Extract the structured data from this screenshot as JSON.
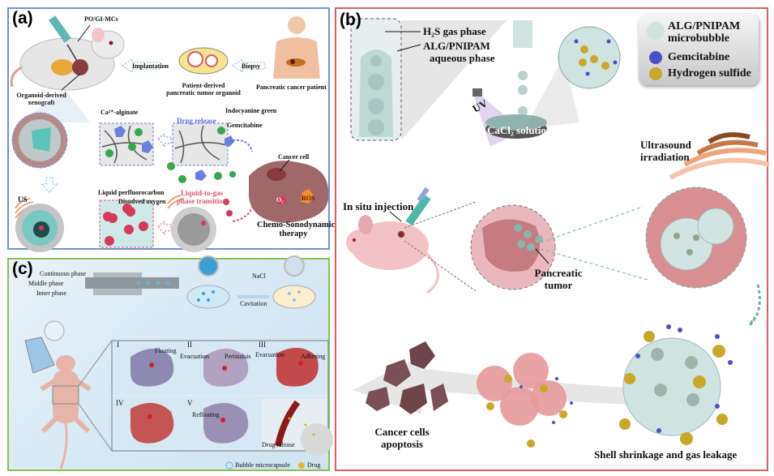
{
  "figure": {
    "panels": {
      "a": {
        "label": "(a)",
        "border_color": "#6f93c9",
        "texts": {
          "po_gi_mcs": "PO/GI-MCs",
          "organoid_xenograft_1": "Organoid-derived",
          "organoid_xenograft_2": "xenograft",
          "implantation": "Implantation",
          "biopsy": "Biopsy",
          "patient_organoid_1": "Patient-derived",
          "patient_organoid_2": "pancreatic tumor organoid",
          "pancreatic_patient": "Pancreatic cancer patient",
          "ca_alginate": "Ca²⁺-alginate",
          "drug_release": "Drug release",
          "indocyanine_green": "Indocyanine green",
          "gemcitabine": "Gemcitabine",
          "cancer_cell": "Cancer cell",
          "us": "US",
          "liquid_pfc": "Liquid perfluorocarbon",
          "dissolved_oxygen": "Dissolved oxygen",
          "liquid_to_gas_1": "Liquid-to-gas",
          "liquid_to_gas_2": "phase transition",
          "o2": "O₂",
          "ros": "ROS",
          "chemo_sono_1": "Chemo-Sonodynamic",
          "chemo_sono_2": "therapy"
        },
        "colors": {
          "drug_release": "#5a6fd1",
          "liquid_to_gas": "#d8577a",
          "green_drug": "#3aa54f",
          "blue_drug": "#6b7fe0",
          "oxygen": "#d6385a"
        }
      },
      "b": {
        "label": "(b)",
        "border_color": "#d9605f",
        "texts": {
          "h2s_gas": "H₂S gas phase",
          "alg_aqueous_1": "ALG/PNIPAM",
          "alg_aqueous_2": "aqueous phase",
          "uv": "UV",
          "cacl2": "CaCl₂ solution",
          "ultrasound_1": "Ultrasound",
          "ultrasound_2": "irradiation",
          "in_situ": "In situ injection",
          "pancreatic_tumor_1": "Pancreatic",
          "pancreatic_tumor_2": "tumor",
          "apoptosis_1": "Cancer cells",
          "apoptosis_2": "apoptosis",
          "shell": "Shell shrinkage and gas leakage"
        },
        "legend": [
          {
            "label_1": "ALG/PNIPAM",
            "label_2": "microbubble",
            "color": "#cfe3e0"
          },
          {
            "label_1": "Gemcitabine",
            "color": "#4a4fc4"
          },
          {
            "label_1": "Hydrogen sulfide",
            "color": "#c9a72a"
          }
        ]
      },
      "c": {
        "label": "(c)",
        "border_color": "#8cbf52",
        "texts": {
          "continuous": "Continuous phase",
          "middle": "Middle phase",
          "inner": "Inner phase",
          "nacl": "NaCl",
          "cavitation": "Cavitation",
          "floating": "Floating",
          "evacuation_1": "Evacuation",
          "peristalsis": "Peristalsis",
          "evacuation_2": "Evacuation",
          "adhering": "Adhering",
          "refloating": "Refloating",
          "drug_release": "Drug release",
          "legend_bubble": "Bubble microcapsule",
          "legend_drug": "Drug"
        },
        "stages": [
          "I",
          "II",
          "III",
          "IV",
          "V"
        ]
      }
    }
  }
}
